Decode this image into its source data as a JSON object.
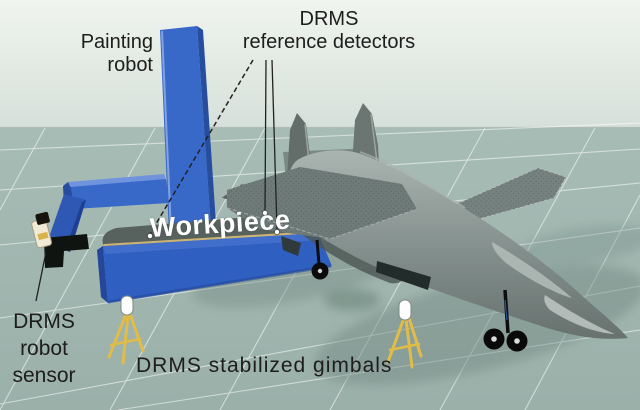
{
  "figure": {
    "description_labels": {
      "painting_robot": [
        "Painting",
        "robot"
      ],
      "reference_detectors": [
        "DRMS",
        "reference detectors"
      ],
      "workpiece": "Workpiece",
      "robot_sensor": [
        "DRMS",
        "robot",
        "sensor"
      ],
      "stabilized_gimbals": "DRMS stabilized gimbals"
    },
    "objects": [
      "painting-robot-arm",
      "workpiece-platform",
      "fighter-aircraft",
      "drms-robot-sensor-device",
      "reference-detector-dots",
      "tripod-gimbal-left",
      "tripod-gimbal-right"
    ],
    "colors": {
      "wall_top": "#f0f4ee",
      "wall_bottom": "#d6e0da",
      "floor": "#a0b6af",
      "grid_line": "#ffffff",
      "robot_blue": "#3868c8",
      "robot_blue_dark": "#274d9f",
      "workpiece_front_blue": "#2f5fc0",
      "workpiece_top_gray": "#57615e",
      "workpiece_trim_tan": "#cdb571",
      "aircraft_gray": "#8d9997",
      "aircraft_dark_gray": "#5c6764",
      "tripod_yellow": "#e2bc48",
      "sensor_cream": "#f0ead4",
      "label_text": "#1d1d1d",
      "workpiece_label_text": "#ffffff"
    }
  }
}
